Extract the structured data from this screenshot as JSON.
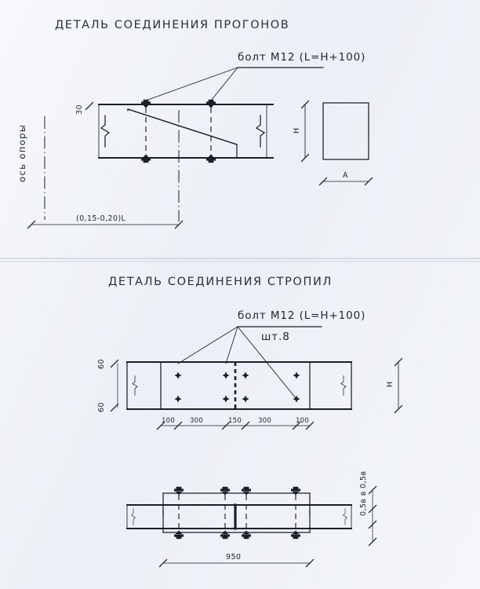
{
  "document": {
    "kind": "technical-drawing",
    "language": "ru",
    "background_color": "#edf0f6",
    "ink_color": "#1b1f28"
  },
  "detail_purlins": {
    "title": "ДЕТАЛЬ СОЕДИНЕНИЯ ПРОГОНОВ",
    "bolt_note": "болт М12 (L=H+100)",
    "axis_label": "ось опоры",
    "edge_dim": "30",
    "span_dim": "(0,15-0,20)L",
    "section_height_label": "H",
    "section_width_label": "A"
  },
  "detail_rafters": {
    "title": "ДЕТАЛЬ СОЕДИНЕНИЯ СТРОПИЛ",
    "bolt_note": "болт М12 (L=H+100)",
    "bolt_count_note": "шт.8",
    "edge_dim_top": "60",
    "edge_dim_bottom": "60",
    "height_label": "H",
    "dimension_chain": [
      "100",
      "300",
      "150",
      "300",
      "100"
    ]
  },
  "detail_elevation": {
    "length_dim": "950",
    "plate_dim": "0,5в в 0,5в"
  }
}
